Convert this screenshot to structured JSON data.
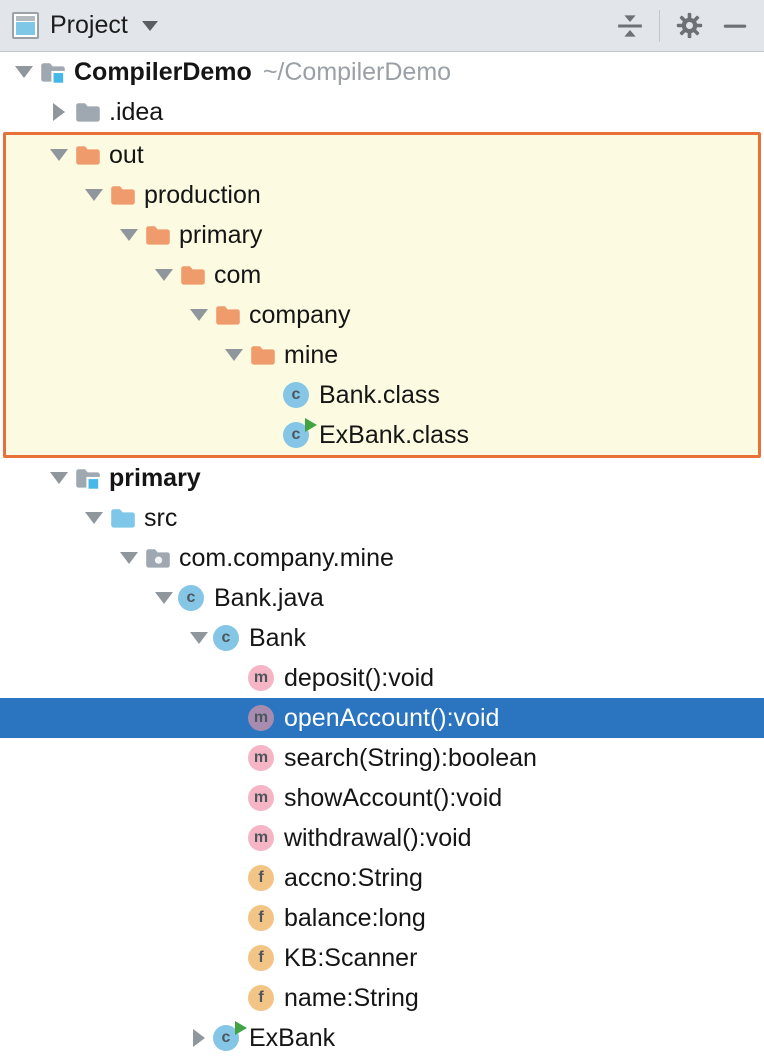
{
  "toolbar": {
    "title": "Project",
    "buttons": [
      {
        "id": "collapse-all",
        "icon": "collapse-all-icon"
      },
      {
        "id": "settings",
        "icon": "gear-icon"
      },
      {
        "id": "hide",
        "icon": "minimize-icon"
      }
    ]
  },
  "colors": {
    "toolbar_bg": "#e2e6ea",
    "selection": "#2b74bf",
    "highlight_bg": "#fcfbe2",
    "highlight_border": "#e8713a",
    "arrow": "#8f969c",
    "suffix": "#9aa0a5",
    "folder_gray": "#9fa8b0",
    "folder_excluded": "#f09b6c",
    "folder_source": "#7ec7e8",
    "class_circle": "#85c6e6",
    "method_circle": "#f5b5c5",
    "method_circle_selected": "#a88cb0",
    "field_circle": "#f2c586",
    "run_green": "#42a342",
    "module_square": "#45b8e8"
  },
  "tree": {
    "rows": [
      {
        "id": "compilerdemo",
        "label": "CompilerDemo",
        "suffix": "~/CompilerDemo",
        "level": 0,
        "arrow": "expanded",
        "icon": "module-folder",
        "bold": true,
        "selected": false,
        "highlight": false
      },
      {
        "id": "idea",
        "label": ".idea",
        "suffix": "",
        "level": 1,
        "arrow": "collapsed",
        "icon": "folder",
        "bold": false,
        "selected": false,
        "highlight": false
      },
      {
        "id": "out",
        "label": "out",
        "suffix": "",
        "level": 1,
        "arrow": "expanded",
        "icon": "excluded-folder",
        "bold": false,
        "selected": false,
        "highlight": true
      },
      {
        "id": "production",
        "label": "production",
        "suffix": "",
        "level": 2,
        "arrow": "expanded",
        "icon": "excluded-folder",
        "bold": false,
        "selected": false,
        "highlight": true
      },
      {
        "id": "primary-out",
        "label": "primary",
        "suffix": "",
        "level": 3,
        "arrow": "expanded",
        "icon": "excluded-folder",
        "bold": false,
        "selected": false,
        "highlight": true
      },
      {
        "id": "com",
        "label": "com",
        "suffix": "",
        "level": 4,
        "arrow": "expanded",
        "icon": "excluded-folder",
        "bold": false,
        "selected": false,
        "highlight": true
      },
      {
        "id": "company",
        "label": "company",
        "suffix": "",
        "level": 5,
        "arrow": "expanded",
        "icon": "excluded-folder",
        "bold": false,
        "selected": false,
        "highlight": true
      },
      {
        "id": "mine",
        "label": "mine",
        "suffix": "",
        "level": 6,
        "arrow": "expanded",
        "icon": "excluded-folder",
        "bold": false,
        "selected": false,
        "highlight": true
      },
      {
        "id": "bank-class",
        "label": "Bank.class",
        "suffix": "",
        "level": 7,
        "arrow": "none",
        "icon": "class",
        "bold": false,
        "selected": false,
        "highlight": true
      },
      {
        "id": "exbank-class",
        "label": "ExBank.class",
        "suffix": "",
        "level": 7,
        "arrow": "none",
        "icon": "runnable-class",
        "bold": false,
        "selected": false,
        "highlight": true
      },
      {
        "id": "primary-module",
        "label": "primary",
        "suffix": "",
        "level": 1,
        "arrow": "expanded",
        "icon": "module-folder",
        "bold": true,
        "selected": false,
        "highlight": false
      },
      {
        "id": "src",
        "label": "src",
        "suffix": "",
        "level": 2,
        "arrow": "expanded",
        "icon": "source-folder",
        "bold": false,
        "selected": false,
        "highlight": false
      },
      {
        "id": "com-company-mine",
        "label": "com.company.mine",
        "suffix": "",
        "level": 3,
        "arrow": "expanded",
        "icon": "package",
        "bold": false,
        "selected": false,
        "highlight": false
      },
      {
        "id": "bank-java",
        "label": "Bank.java",
        "suffix": "",
        "level": 4,
        "arrow": "expanded",
        "icon": "class",
        "bold": false,
        "selected": false,
        "highlight": false
      },
      {
        "id": "bank",
        "label": "Bank",
        "suffix": "",
        "level": 5,
        "arrow": "expanded",
        "icon": "class",
        "bold": false,
        "selected": false,
        "highlight": false
      },
      {
        "id": "deposit",
        "label": "deposit():void",
        "suffix": "",
        "level": 6,
        "arrow": "none",
        "icon": "method",
        "bold": false,
        "selected": false,
        "highlight": false
      },
      {
        "id": "openaccount",
        "label": "openAccount():void",
        "suffix": "",
        "level": 6,
        "arrow": "none",
        "icon": "method",
        "bold": false,
        "selected": true,
        "highlight": false
      },
      {
        "id": "search",
        "label": "search(String):boolean",
        "suffix": "",
        "level": 6,
        "arrow": "none",
        "icon": "method",
        "bold": false,
        "selected": false,
        "highlight": false
      },
      {
        "id": "showaccount",
        "label": "showAccount():void",
        "suffix": "",
        "level": 6,
        "arrow": "none",
        "icon": "method",
        "bold": false,
        "selected": false,
        "highlight": false
      },
      {
        "id": "withdrawal",
        "label": "withdrawal():void",
        "suffix": "",
        "level": 6,
        "arrow": "none",
        "icon": "method",
        "bold": false,
        "selected": false,
        "highlight": false
      },
      {
        "id": "accno",
        "label": "accno:String",
        "suffix": "",
        "level": 6,
        "arrow": "none",
        "icon": "field",
        "bold": false,
        "selected": false,
        "highlight": false
      },
      {
        "id": "balance",
        "label": "balance:long",
        "suffix": "",
        "level": 6,
        "arrow": "none",
        "icon": "field",
        "bold": false,
        "selected": false,
        "highlight": false
      },
      {
        "id": "kb",
        "label": "KB:Scanner",
        "suffix": "",
        "level": 6,
        "arrow": "none",
        "icon": "field",
        "bold": false,
        "selected": false,
        "highlight": false
      },
      {
        "id": "name",
        "label": "name:String",
        "suffix": "",
        "level": 6,
        "arrow": "none",
        "icon": "field",
        "bold": false,
        "selected": false,
        "highlight": false
      },
      {
        "id": "exbank",
        "label": "ExBank",
        "suffix": "",
        "level": 5,
        "arrow": "collapsed",
        "icon": "runnable-class",
        "bold": false,
        "selected": false,
        "highlight": false
      }
    ]
  }
}
